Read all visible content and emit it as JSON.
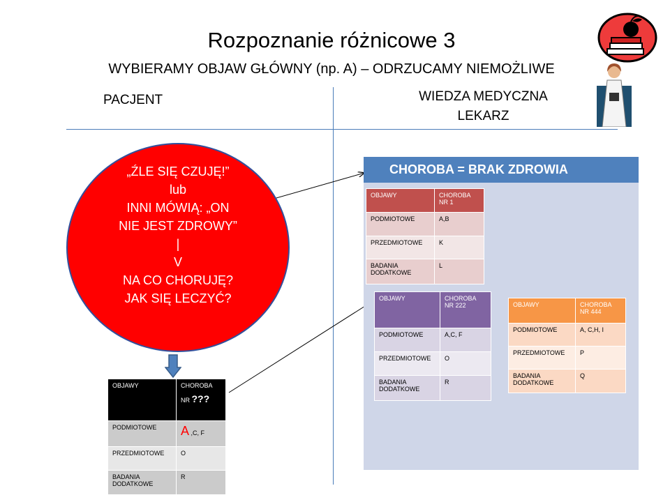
{
  "title": "Rozpoznanie różnicowe 3",
  "subtitle": "WYBIERAMY OBJAW GŁÓWNY (np. A) – ODRZUCAMY NIEMOŻLIWE",
  "left_heading": "PACJENT",
  "right_heading": {
    "line1": "WIEDZA MEDYCZNA",
    "line2": "LEKARZ"
  },
  "circle": {
    "lines": [
      "„ŹLE SIĘ CZUJĘ!”",
      "lub",
      "INNI MÓWIĄ: „ON",
      "NIE JEST ZDROWY”",
      "|",
      "V",
      "NA CO CHORUJĘ?",
      "JAK SIĘ LECZYĆ?"
    ]
  },
  "panel_header": "CHOROBA = BRAK ZDROWIA",
  "table1": {
    "header": {
      "c1": "OBJAWY",
      "c2": "CHOROBA NR 1"
    },
    "rows": [
      {
        "c1": "PODMIOTOWE",
        "c2": "A,B"
      },
      {
        "c1": "PRZEDMIOTOWE",
        "c2": "K"
      },
      {
        "c1": "BADANIA DODATKOWE",
        "c2": "L"
      }
    ]
  },
  "table2": {
    "header": {
      "c1": "OBJAWY",
      "c2": "CHOROBA NR 222"
    },
    "rows": [
      {
        "c1": "PODMIOTOWE",
        "c2": "A,C, F"
      },
      {
        "c1": "PRZEDMIOTOWE",
        "c2": "O"
      },
      {
        "c1": "BADANIA DODATKOWE",
        "c2": "R"
      }
    ]
  },
  "table3": {
    "header": {
      "c1": "OBJAWY",
      "c2": "CHOROBA NR  444"
    },
    "rows": [
      {
        "c1": "PODMIOTOWE",
        "c2": "A, C,H, I"
      },
      {
        "c1": "PRZEDMIOTOWE",
        "c2": "P"
      },
      {
        "c1": "BADANIA DODATKOWE",
        "c2": "Q"
      }
    ]
  },
  "table4": {
    "header": {
      "c1": "OBJAWY",
      "c2_line1": "CHOROBA",
      "c2_prefix": "NR ",
      "c2_q": "???"
    },
    "rows": [
      {
        "c1": "PODMIOTOWE",
        "c2_big": "A",
        "c2_small": " ,C, F"
      },
      {
        "c1": "PRZEDMIOTOWE",
        "c2": "O"
      },
      {
        "c1": "BADANIA DODATKOWE",
        "c2": "R"
      }
    ]
  },
  "colors": {
    "circle": "#ff0000",
    "panel_header": "#4f81bd",
    "panel_bg": "#cfd6e8",
    "table1_header": "#c0504d",
    "table2_header": "#8064a2",
    "table3_header": "#f79646",
    "table4_header": "#000000",
    "down_arrow": "#4f81bd"
  },
  "icons": [
    "apple-books-clipart-icon",
    "doctor-clipart-icon",
    "down-arrow-icon"
  ]
}
